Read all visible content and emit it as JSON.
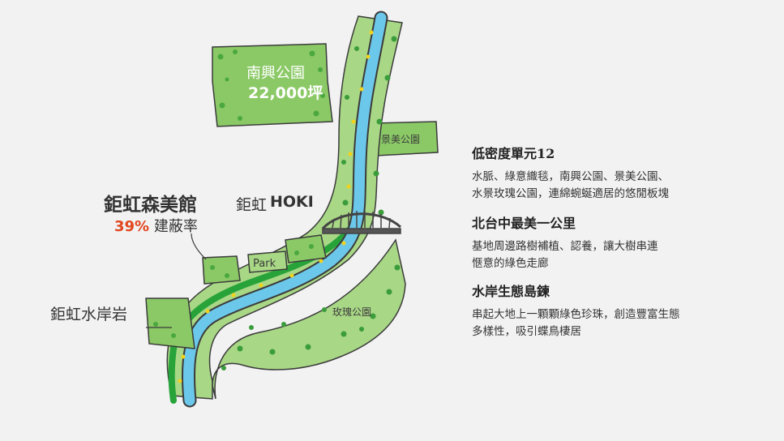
{
  "map": {
    "nanxing_park": {
      "name": "南興公園",
      "area": "22,000坪"
    },
    "jingmei_park": "景美公園",
    "meiguan": {
      "name": "鉅虹森美館",
      "ratio_value": "39%",
      "ratio_label": "建蔽率"
    },
    "hoki": {
      "prefix": "鉅虹",
      "name": "HOKI"
    },
    "park_sign": "Park",
    "shuian": "鉅虹水岸岩",
    "meigui_park": "玫瑰公園"
  },
  "features": [
    {
      "title": "低密度單元12",
      "lines": [
        "水脈、綠意織毯，南興公園、景美公園、",
        "水景玫瑰公園，連綿蜿蜒適居的悠閒板塊"
      ]
    },
    {
      "title": "北台中最美一公里",
      "lines": [
        "基地周邊路樹補植、認養，讓大樹串連",
        "愜意的綠色走廊"
      ]
    },
    {
      "title": "水岸生態島鍊",
      "lines": [
        "串起大地上一顆顆綠色珍珠，創造豐富生態",
        "多樣性，吸引蝶鳥棲居"
      ]
    }
  ],
  "colors": {
    "background": "#f2f2f2",
    "park_green": "#8bc966",
    "riverbank_green": "#a8d785",
    "river_blue": "#6cc8ea",
    "corridor_green": "#27a33a",
    "highlight_red": "#e2461e"
  }
}
